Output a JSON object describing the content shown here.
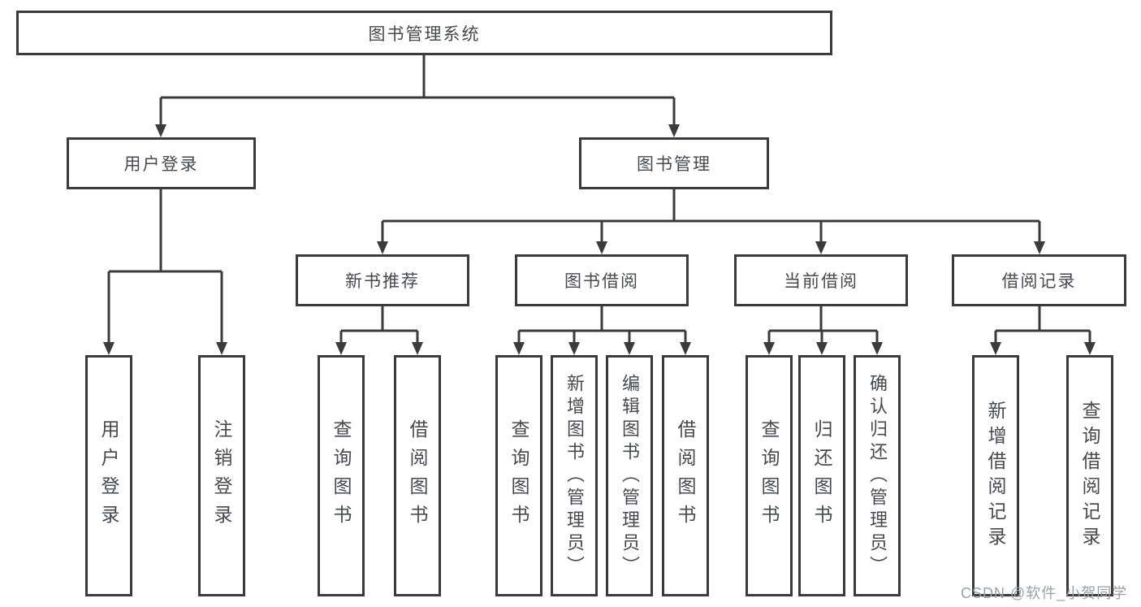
{
  "diagram": {
    "type": "hierarchy-tree",
    "root": {
      "label": "图书管理系统"
    },
    "level2": [
      {
        "label": "用户登录",
        "parent": "图书管理系统"
      },
      {
        "label": "图书管理",
        "parent": "图书管理系统"
      }
    ],
    "level3": [
      {
        "label": "新书推荐",
        "parent": "图书管理"
      },
      {
        "label": "图书借阅",
        "parent": "图书管理"
      },
      {
        "label": "当前借阅",
        "parent": "图书管理"
      },
      {
        "label": "借阅记录",
        "parent": "图书管理"
      }
    ],
    "leaves": [
      {
        "label": "用户登录",
        "parent": "用户登录"
      },
      {
        "label": "注销登录",
        "parent": "用户登录"
      },
      {
        "label": "查询图书",
        "parent": "新书推荐"
      },
      {
        "label": "借阅图书",
        "parent": "新书推荐"
      },
      {
        "label": "查询图书",
        "parent": "图书借阅"
      },
      {
        "label": "新增图书（管理员）",
        "parent": "图书借阅"
      },
      {
        "label": "编辑图书（管理员）",
        "parent": "图书借阅"
      },
      {
        "label": "借阅图书",
        "parent": "图书借阅"
      },
      {
        "label": "查询图书",
        "parent": "当前借阅"
      },
      {
        "label": "归还图书",
        "parent": "当前借阅"
      },
      {
        "label": "确认归还（管理员）",
        "parent": "当前借阅"
      },
      {
        "label": "新增借阅记录",
        "parent": "借阅记录"
      },
      {
        "label": "查询借阅记录",
        "parent": "借阅记录"
      }
    ]
  },
  "watermark": "CSDN @软件_小贺同学",
  "colors": {
    "line": "#3b3b3b",
    "box_border": "#3b3b3b",
    "box_fill": "#ffffff",
    "text": "#47494e",
    "watermark": "#9aa0a6",
    "background": "#ffffff"
  }
}
